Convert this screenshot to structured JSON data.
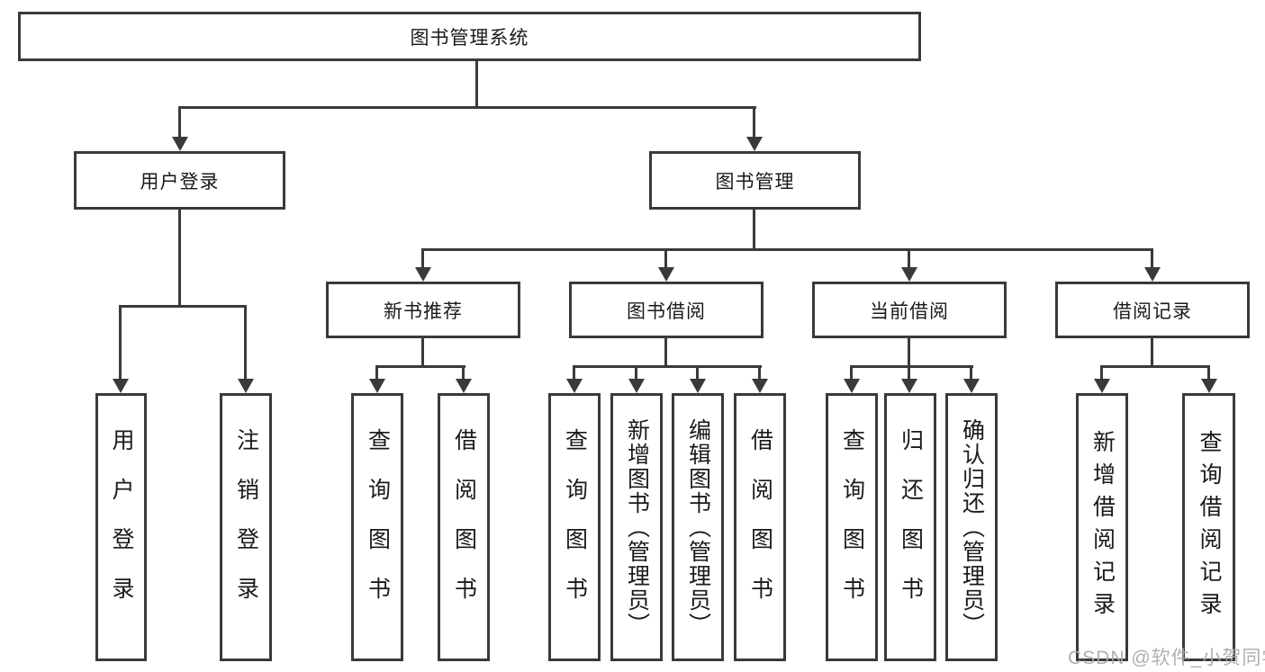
{
  "diagram_title": "图书管理系统",
  "colors": {
    "line": "#3a3a3a",
    "text": "#1a1a1a",
    "background": "#ffffff",
    "watermark": "#a8a8a8"
  },
  "tree": {
    "root": {
      "label": "图书管理系统"
    },
    "user_login": {
      "label": "用户登录",
      "children": [
        {
          "label": "用户登录"
        },
        {
          "label": "注销登录"
        }
      ]
    },
    "book_mgmt": {
      "label": "图书管理",
      "children": [
        {
          "label": "新书推荐",
          "children": [
            {
              "label": "查询图书"
            },
            {
              "label": "借阅图书"
            }
          ]
        },
        {
          "label": "图书借阅",
          "children": [
            {
              "label": "查询图书"
            },
            {
              "label": "新增图书（管理员）"
            },
            {
              "label": "编辑图书（管理员）"
            },
            {
              "label": "借阅图书"
            }
          ]
        },
        {
          "label": "当前借阅",
          "children": [
            {
              "label": "查询图书"
            },
            {
              "label": "归还图书"
            },
            {
              "label": "确认归还（管理员）"
            }
          ]
        },
        {
          "label": "借阅记录",
          "children": [
            {
              "label": "新增借阅记录"
            },
            {
              "label": "查询借阅记录"
            }
          ]
        }
      ]
    }
  },
  "watermark": {
    "text": "CSDN @软件_小贺同学"
  }
}
